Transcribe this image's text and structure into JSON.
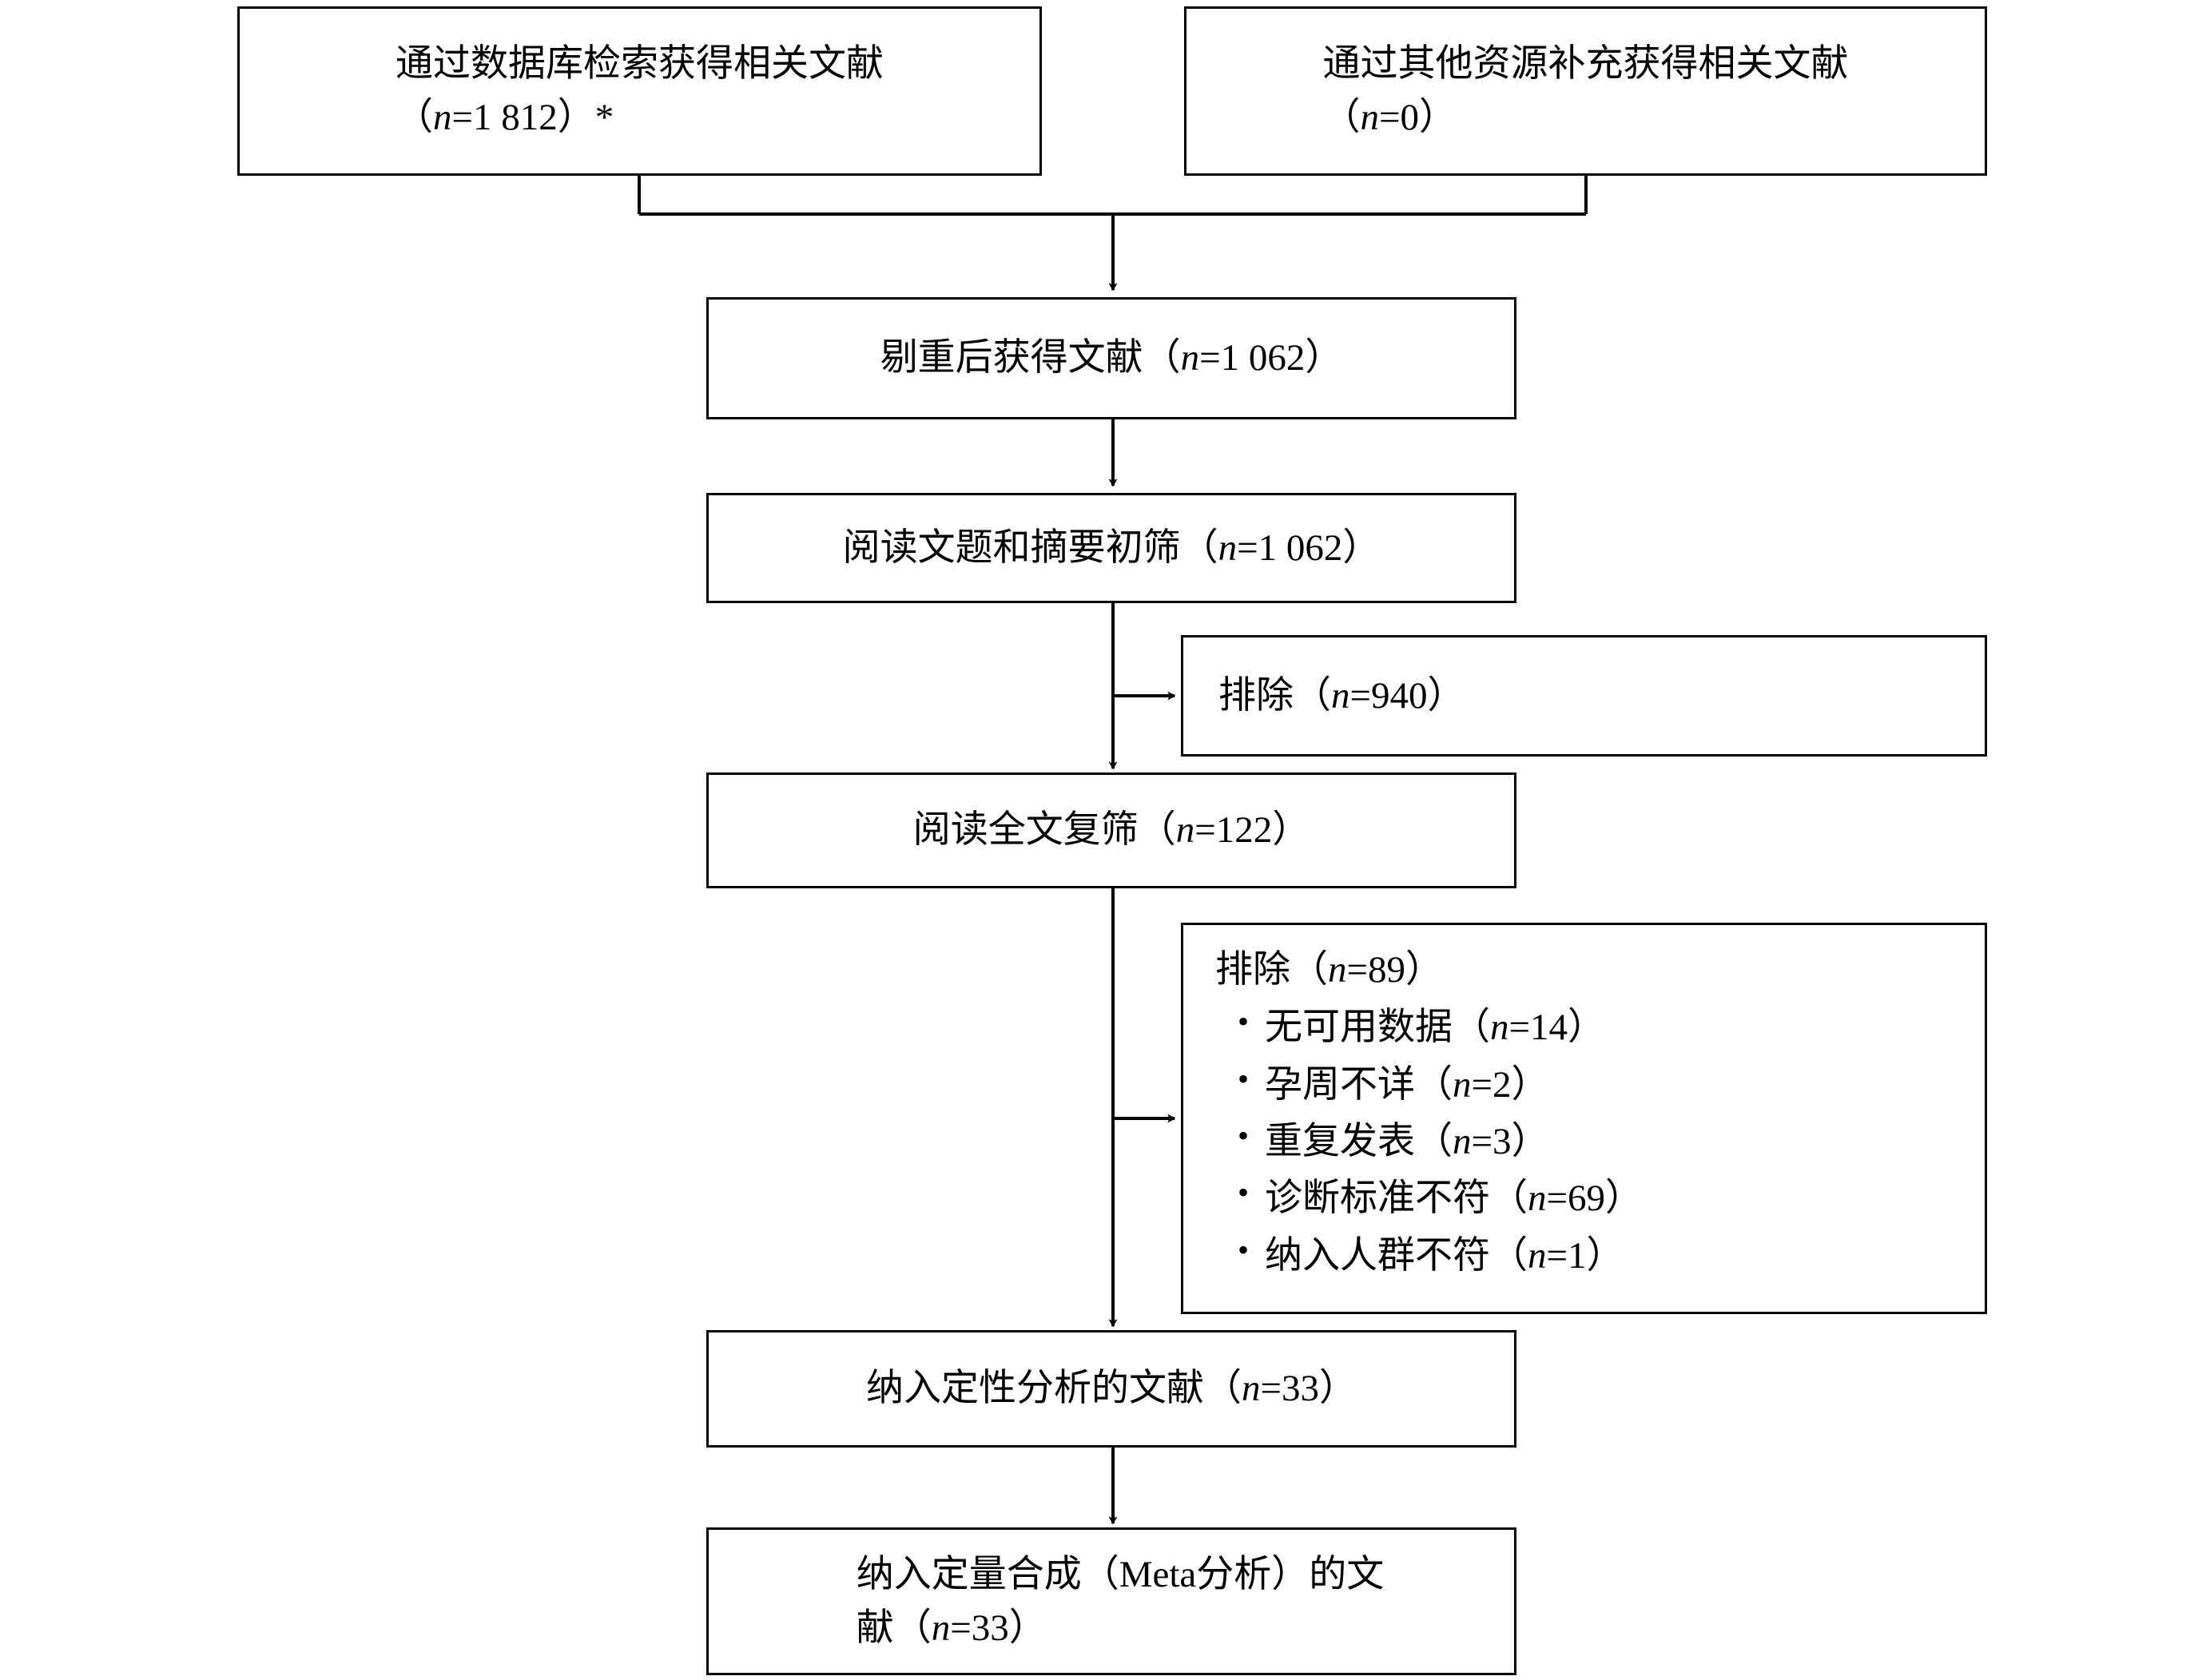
{
  "diagram": {
    "type": "prisma-flow-diagram",
    "language": "zh-CN",
    "line_color": "#000000",
    "background_color": "#ffffff",
    "nodes": {
      "database_search": {
        "label": "通过数据库检索获得相关文献",
        "count_line": "（n=1 812）*",
        "n": 1812,
        "footnote_marker": "*"
      },
      "other_sources": {
        "label": "通过其他资源补充获得相关文献",
        "count_line": "（n=0）",
        "n": 0
      },
      "after_dedup": {
        "label": "剔重后获得文献（n=1 062）",
        "n": 1062
      },
      "title_abstract_screening": {
        "label": "阅读文题和摘要初筛（n=1 062）",
        "n": 1062
      },
      "excluded_screening": {
        "label": "排除（n=940）",
        "n": 940
      },
      "fulltext_screening": {
        "label": "阅读全文复筛（n=122）",
        "n": 122
      },
      "excluded_fulltext": {
        "heading": "排除（n=89）",
        "n": 89,
        "reasons": [
          {
            "label": "无可用数据（n=14）",
            "n": 14
          },
          {
            "label": "孕周不详（n=2）",
            "n": 2
          },
          {
            "label": "重复发表（n=3）",
            "n": 3
          },
          {
            "label": "诊断标准不符（n=69）",
            "n": 69
          },
          {
            "label": "纳入人群不符（n=1）",
            "n": 1
          }
        ]
      },
      "qualitative_synthesis": {
        "label": "纳入定性分析的文献（n=33）",
        "n": 33
      },
      "quantitative_synthesis": {
        "label": "纳入定量合成（Meta分析）的文\n献（n=33）",
        "n": 33
      }
    }
  }
}
